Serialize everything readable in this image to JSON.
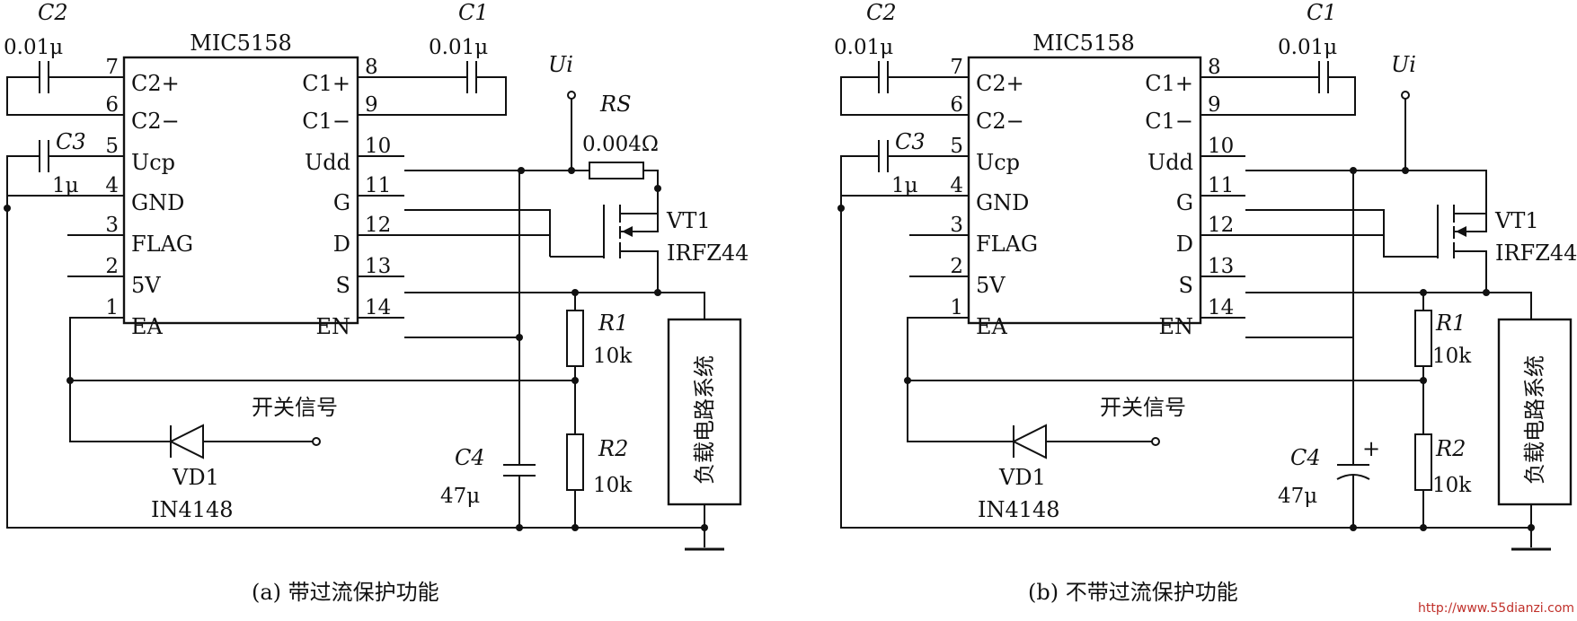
{
  "circuits": [
    {
      "ic_name": "MIC5158",
      "pins_left": [
        {
          "num": "7",
          "label": "C2+"
        },
        {
          "num": "6",
          "label": "C2−"
        },
        {
          "num": "5",
          "label": "Ucp"
        },
        {
          "num": "4",
          "label": "GND"
        },
        {
          "num": "3",
          "label": "FLAG"
        },
        {
          "num": "2",
          "label": "5V"
        },
        {
          "num": "1",
          "label": "EA"
        }
      ],
      "pins_right": [
        {
          "num": "8",
          "label": "C1+"
        },
        {
          "num": "9",
          "label": "C1−"
        },
        {
          "num": "10",
          "label": "Udd"
        },
        {
          "num": "11",
          "label": "G"
        },
        {
          "num": "12",
          "label": "D"
        },
        {
          "num": "13",
          "label": "S"
        },
        {
          "num": "14",
          "label": "EN"
        }
      ],
      "c2": {
        "name": "C2",
        "value": "0.01μ"
      },
      "c1": {
        "name": "C1",
        "value": "0.01μ"
      },
      "c3": {
        "name": "C3",
        "value": "1μ"
      },
      "c4": {
        "name": "C4",
        "value": "47μ"
      },
      "ui": "Ui",
      "rs": {
        "name": "RS",
        "value": "0.004Ω"
      },
      "vt1": {
        "name": "VT1",
        "part": "IRFZ44"
      },
      "r1": {
        "name": "R1",
        "value": "10k"
      },
      "r2": {
        "name": "R2",
        "value": "10k"
      },
      "vd1": {
        "name": "VD1",
        "part": "IN4148"
      },
      "switch_signal": "开关信号",
      "load": "负载电路系统",
      "caption": "(a) 带过流保护功能"
    },
    {
      "ic_name": "MIC5158",
      "pins_left": [
        {
          "num": "7",
          "label": "C2+"
        },
        {
          "num": "6",
          "label": "C2−"
        },
        {
          "num": "5",
          "label": "Ucp"
        },
        {
          "num": "4",
          "label": "GND"
        },
        {
          "num": "3",
          "label": "FLAG"
        },
        {
          "num": "2",
          "label": "5V"
        },
        {
          "num": "1",
          "label": "EA"
        }
      ],
      "pins_right": [
        {
          "num": "8",
          "label": "C1+"
        },
        {
          "num": "9",
          "label": "C1−"
        },
        {
          "num": "10",
          "label": "Udd"
        },
        {
          "num": "11",
          "label": "G"
        },
        {
          "num": "12",
          "label": "D"
        },
        {
          "num": "13",
          "label": "S"
        },
        {
          "num": "14",
          "label": "EN"
        }
      ],
      "c2": {
        "name": "C2",
        "value": "0.01μ"
      },
      "c1": {
        "name": "C1",
        "value": "0.01μ"
      },
      "c3": {
        "name": "C3",
        "value": "1μ"
      },
      "c4": {
        "name": "C4",
        "value": "47μ"
      },
      "ui": "Ui",
      "vt1": {
        "name": "VT1",
        "part": "IRFZ44"
      },
      "r1": {
        "name": "R1",
        "value": "10k"
      },
      "r2": {
        "name": "R2",
        "value": "10k"
      },
      "vd1": {
        "name": "VD1",
        "part": "IN4148"
      },
      "switch_signal": "开关信号",
      "load": "负载电路系统",
      "caption": "(b) 不带过流保护功能"
    }
  ],
  "watermark": "http://www.55dianzi.com"
}
